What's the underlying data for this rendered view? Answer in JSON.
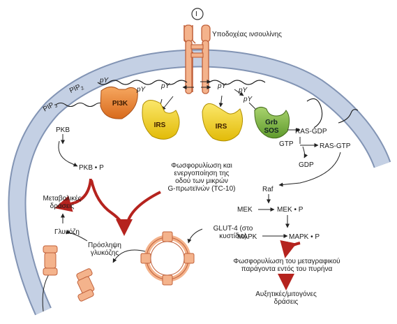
{
  "receptor": {
    "symbol": "I",
    "label": "Υποδοχέας ινσουλίνης"
  },
  "phospho": {
    "py": "pY"
  },
  "lipids": {
    "pip2_base": "PIP",
    "pip2_sub": "2",
    "pip3_base": "PIP",
    "pip3_sub": "3"
  },
  "proteins": {
    "pi3k": "PI3K",
    "irs": "IRS",
    "grb": "Grb",
    "sos": "SOS",
    "pkb": "PKB",
    "pkbp": "PKB • P",
    "ras_gdp": "RAS-GDP",
    "gtp": "GTP",
    "ras_gtp": "RAS-GTP",
    "gdp": "GDP",
    "raf": "Raf",
    "mek": "MEK",
    "mekp": "MEK • P",
    "mapk": "MAPK",
    "mapkp": "MAPK • P"
  },
  "texts": {
    "g_protein": [
      "Φωσφορυλίωση και",
      "ενεργοποίηση της",
      "οδού των μικρών",
      "G-πρωτεϊνών (TC-10)"
    ],
    "metabolic": [
      "Μεταβολικές",
      "δράσεις"
    ],
    "glucose": "Γλυκόζη",
    "uptake": [
      "Πρόσληψη",
      "γλυκόζης"
    ],
    "glut4": [
      "GLUT-4  (στο",
      "κυστίδιο)"
    ],
    "transcription": [
      "Φωσφορυλίωση του μεταγραφικού",
      "παράγοντα εντός του πυρήνα"
    ],
    "growth": [
      "Αυξητικές/μιτογόνες",
      "δράσεις"
    ]
  },
  "colors": {
    "membrane": "#b9c6dc",
    "membrane_edge": "#8294b4",
    "receptor": "#f4b38c",
    "receptor_edge": "#c0603a",
    "pi3k": "#ee8a3a",
    "irs": "#f2d31c",
    "grb": "#86b84a",
    "pathway_red": "#b5231e"
  }
}
